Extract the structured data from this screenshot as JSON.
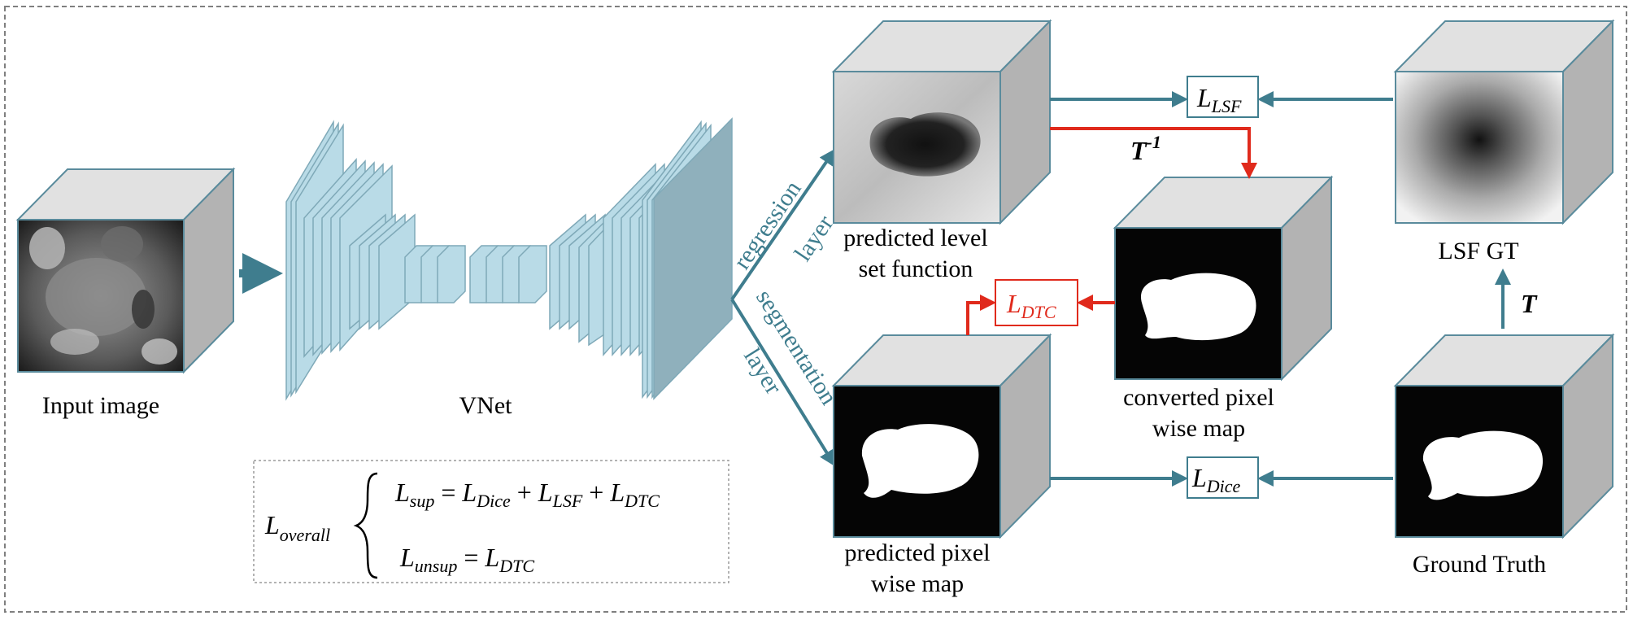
{
  "labels": {
    "input_image": "Input image",
    "vnet": "VNet",
    "regression": "regression",
    "regression_layer": "layer",
    "segmentation": "segmentation",
    "segmentation_layer": "layer",
    "pred_lsf_1": "predicted level",
    "pred_lsf_2": "set function",
    "conv_1": "converted pixel",
    "conv_2": "wise map",
    "pred_pix_1": "predicted pixel",
    "pred_pix_2": "wise map",
    "lsf_gt": "LSF GT",
    "ground_truth": "Ground Truth"
  },
  "losses": {
    "lsf": {
      "base": "L",
      "sub": "LSF"
    },
    "dtc": {
      "base": "L",
      "sub": "DTC"
    },
    "dice": {
      "base": "L",
      "sub": "Dice"
    }
  },
  "transforms": {
    "t_inv_base": "T",
    "t_inv_sup": "-1",
    "t": "T"
  },
  "formula": {
    "overall_base": "L",
    "overall_sub": "overall",
    "line1": {
      "L": "L",
      "sup": "sup",
      "eq": " = ",
      "dice": "Dice",
      "plus1": " + ",
      "lsf": "LSF",
      "plus2": " + ",
      "dtc": "DTC"
    },
    "line2": {
      "L": "L",
      "unsup": "unsup",
      "eq": " = ",
      "dtc": "DTC"
    }
  },
  "colors": {
    "teal": "#3f7d8e",
    "red": "#e02a1c",
    "vnet_block": "#b9dbe7",
    "vnet_edge": "#7fa9b8",
    "cube_top": "#e1e1e1",
    "cube_side": "#b3b3b3"
  }
}
